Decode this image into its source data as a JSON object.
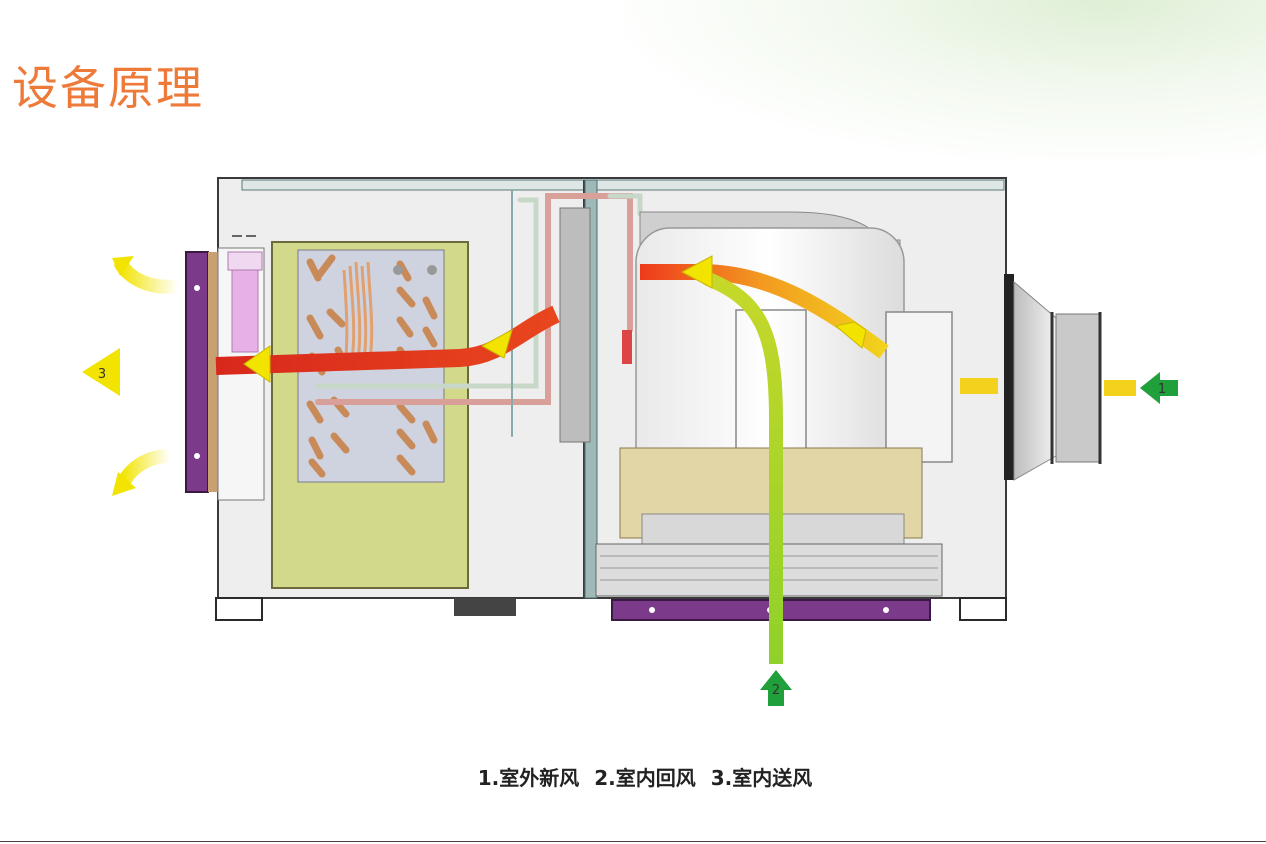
{
  "page": {
    "title": "设备原理",
    "legend": [
      "1.室外新风",
      "2.室内回风",
      "3.室内送风"
    ]
  },
  "flows": {
    "outdoor_fresh_air": {
      "number": "1",
      "color": "#1fa03a"
    },
    "indoor_return_air": {
      "number": "2",
      "color": "#1fa03a"
    },
    "indoor_supply_air": {
      "number": "3",
      "color": "#f2e400"
    }
  },
  "colors": {
    "title": "#ee7a3a",
    "hot_air": "#e0321e",
    "warm_air": "#f39a20",
    "cool_air": "#8fd12a",
    "coil_panel": "#d3d98a",
    "casing": "#ececec",
    "duct_plate": "#7b3a8a"
  }
}
